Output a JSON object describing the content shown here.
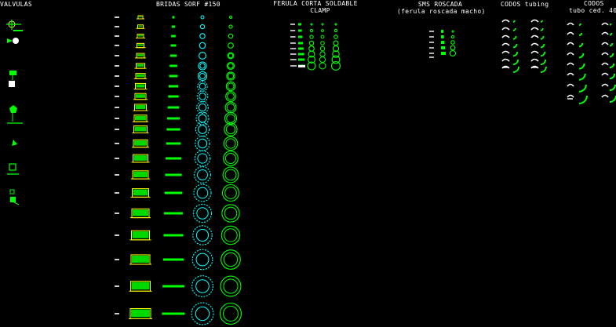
{
  "headers": {
    "valvulas": "VALVULAS",
    "bridas": "BRIDAS SORF #150",
    "ferula_line1": "FERULA CORTA SOLDABLE",
    "ferula_line2": "CLAMP",
    "sms_line1": "SMS ROSCADA",
    "sms_line2": "(ferula roscada macho)",
    "codos_tubing": "CODOS tubing",
    "codos_line1": "CODOS",
    "codos_line2": "tubo ced. 40"
  },
  "colors": {
    "background": "#000000",
    "text": "#ffffff",
    "green": "#00ff00",
    "yellow": "#ffff00",
    "cyan": "#00ffff",
    "white": "#ffffff"
  },
  "symbols": {
    "valve_icons": [
      "valve-3way-icon",
      "valve-ball-icon",
      "valve-actuated-icon",
      "valve-diaphragm-icon",
      "valve-check-icon",
      "valve-gate-icon",
      "valve-butterfly-icon"
    ],
    "flange_sizes_count": 20,
    "ferrule_sizes_count": 9,
    "sms_sizes_count": 6,
    "tubing_elbow_count": 8,
    "pipe_elbow_count": 9
  }
}
